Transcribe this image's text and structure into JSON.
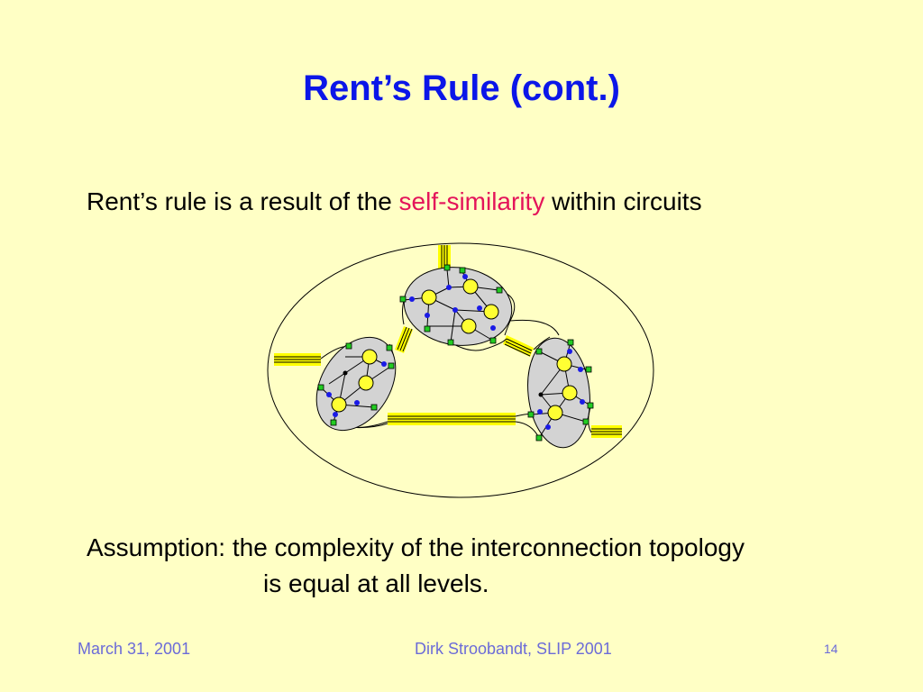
{
  "slide": {
    "title": "Rent’s Rule (cont.)",
    "statement": {
      "before": "Rent’s rule is a result of the ",
      "highlight": "self-similarity",
      "after": " within circuits"
    },
    "assumption": {
      "line1": "Assumption: the complexity of the interconnection topology",
      "line2": "is equal at all levels."
    },
    "footer": {
      "date": "March 31, 2001",
      "author": "Dirk Stroobandt, SLIP 2001",
      "page": "14"
    }
  },
  "colors": {
    "background": "#ffffc5",
    "title": "#0b16e8",
    "highlight": "#e4145a",
    "footer": "#6b6bd8",
    "module_fill": "#d3d3d3",
    "pin_green": "#22cc22",
    "node_yellow": "#ffff33",
    "junction_blue": "#1a1ae6",
    "bus_yellow": "#ffff00"
  }
}
